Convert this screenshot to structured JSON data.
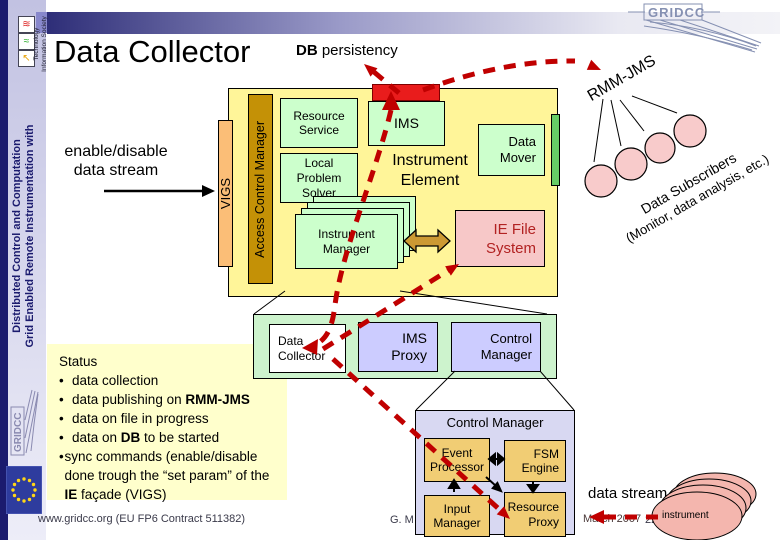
{
  "slide": {
    "title": "Data Collector",
    "db_persistency": {
      "bold": "DB",
      "rest": " persistency"
    },
    "footer": {
      "left": "www.gridcc.org (EU FP6 Contract 511382)",
      "author": "G. M",
      "date": "March 2007",
      "page": "22"
    }
  },
  "sidebar": {
    "ist_text": {
      "line_left": "Technology",
      "line_right": "Information Society"
    },
    "program": {
      "line_left": "Distributed Control and Computation",
      "line_right": "Grid Enabled Remote Instrumentation with"
    },
    "gridcc": "GRIDCC"
  },
  "logo": {
    "gridcc": "GRIDCC"
  },
  "diagram": {
    "enable_disable": [
      "enable/disable",
      "data stream"
    ],
    "vigs": "VIGS",
    "access_control_manager": "Access Control Manager",
    "resource_service": [
      "Resource",
      "Service"
    ],
    "ims": "IMS",
    "local_problem_solver": [
      "Local",
      "Problem",
      "Solver"
    ],
    "instrument_element": [
      "Instrument",
      "Element"
    ],
    "data_mover": [
      "Data",
      "Mover"
    ],
    "instrument_manager": [
      "Instrument",
      "Manager"
    ],
    "ie_file_system": [
      "IE File",
      "System"
    ],
    "rmm_jms": "RMM-JMS",
    "subscribers": [
      "Data Subscribers",
      "(Monitor, data analysis, etc.)"
    ],
    "middle": {
      "data_collector": [
        "Data",
        "Collector"
      ],
      "ims_proxy": [
        "IMS",
        "Proxy"
      ],
      "control_manager": [
        "Control",
        "Manager"
      ]
    },
    "control_manager_detail": {
      "title": "Control Manager",
      "event_processor": [
        "Event",
        "Processor"
      ],
      "fsm_engine": [
        "FSM",
        "Engine"
      ],
      "input_manager": [
        "Input",
        "Manager"
      ],
      "resource_proxy": [
        "Resource",
        "Proxy"
      ]
    },
    "data_stream": "data stream",
    "instrument": "instrument"
  },
  "status": {
    "heading": "Status",
    "bullets": [
      {
        "pre": "data collection",
        "bold": "",
        "post": ""
      },
      {
        "pre": "data publishing on ",
        "bold": "RMM-JMS",
        "post": ""
      },
      {
        "pre": "data on file in progress",
        "bold": "",
        "post": ""
      },
      {
        "pre": "data on ",
        "bold": "DB",
        "post": " to be started"
      },
      {
        "pre": "sync commands (enable/disable done trough the “set param” of the ",
        "bold": "IE",
        "post": " façade (VIGS)"
      }
    ]
  },
  "colors": {
    "navy_strip": "#1B1B6E",
    "red_dash": "#C00000",
    "red_box": "#E91C1C",
    "ie_yellow": "#FFF599",
    "status_yellow": "#FFFFCC",
    "light_green": "#CCFFCC",
    "bright_green": "#66CC66",
    "lavender": "#CCCCFF",
    "detail_lavender": "#D8D8F2",
    "tan": "#F1CD74",
    "vigs_orange": "#FBBE77",
    "acm_gold": "#C49106",
    "pink": "#F8CBCB"
  }
}
